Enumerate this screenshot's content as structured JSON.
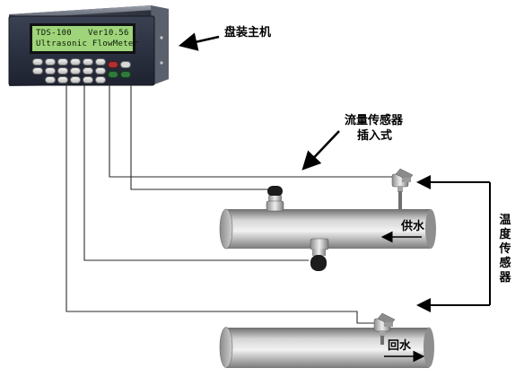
{
  "labels": {
    "host": "盘装主机",
    "flow_sensor_line1": "流量传感器",
    "flow_sensor_line2": "插入式",
    "temp_sensor": "温度传感器",
    "supply": "供水",
    "return": "回水"
  },
  "meter": {
    "lcd_line1_left": "TDS-100",
    "lcd_line1_right": "Ver10.56",
    "lcd_line2": "Ultrasonic FlowMeter"
  },
  "colors": {
    "panel": "#2b3140",
    "lcd": "#9fd47a",
    "pipe": "#b3b3b3",
    "red_key": "#b03030",
    "green_key": "#2f7a3a"
  }
}
